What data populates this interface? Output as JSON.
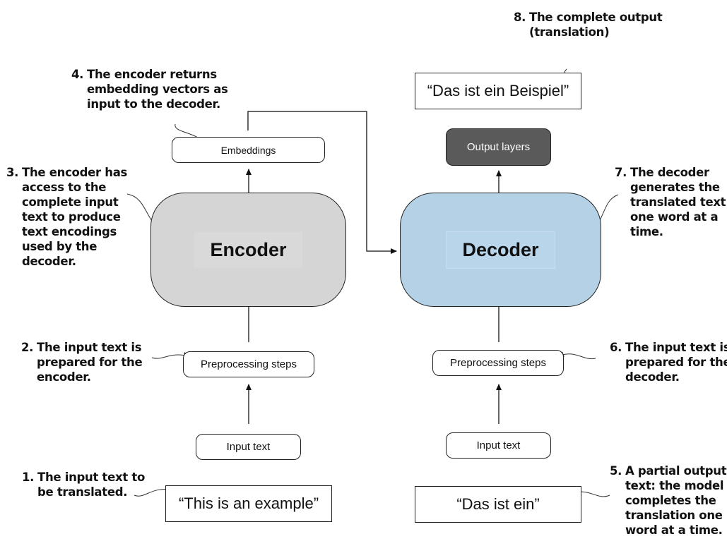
{
  "diagram": {
    "encoder_side": {
      "quote_input": "“This is an example”",
      "input_text": "Input text",
      "preprocessing": "Preprocessing steps",
      "encoder": "Encoder",
      "embeddings": "Embeddings"
    },
    "decoder_side": {
      "quote_partial": "“Das ist ein”",
      "input_text": "Input text",
      "preprocessing": "Preprocessing steps",
      "decoder": "Decoder",
      "output_layers": "Output layers",
      "quote_output": "“Das ist ein Beispiel”"
    },
    "colors": {
      "encoder_fill": "#d5d5d5",
      "decoder_fill": "#b4d1e6",
      "output_layers_fill": "#5a5a5a"
    },
    "annotations": [
      {
        "number": "1.",
        "lines": [
          "The input text to",
          "be translated."
        ]
      },
      {
        "number": "2.",
        "lines": [
          "The input text is",
          "prepared for the",
          "encoder."
        ]
      },
      {
        "number": "3.",
        "lines": [
          "The encoder has",
          "access to the",
          "complete input",
          "text to produce",
          "text encodings",
          "used by the",
          "decoder."
        ]
      },
      {
        "number": "4.",
        "lines": [
          "The encoder returns",
          "embedding vectors as",
          "input to the decoder."
        ]
      },
      {
        "number": "5.",
        "lines": [
          "A partial output",
          "text: the model",
          "completes the",
          "translation one",
          "word at a time."
        ]
      },
      {
        "number": "6.",
        "lines": [
          "The input text is",
          "prepared for the",
          "decoder."
        ]
      },
      {
        "number": "7.",
        "lines": [
          "The decoder",
          "generates the",
          "translated text",
          "one word at a",
          "time."
        ]
      },
      {
        "number": "8.",
        "lines": [
          "The complete output",
          "(translation)"
        ]
      }
    ]
  }
}
